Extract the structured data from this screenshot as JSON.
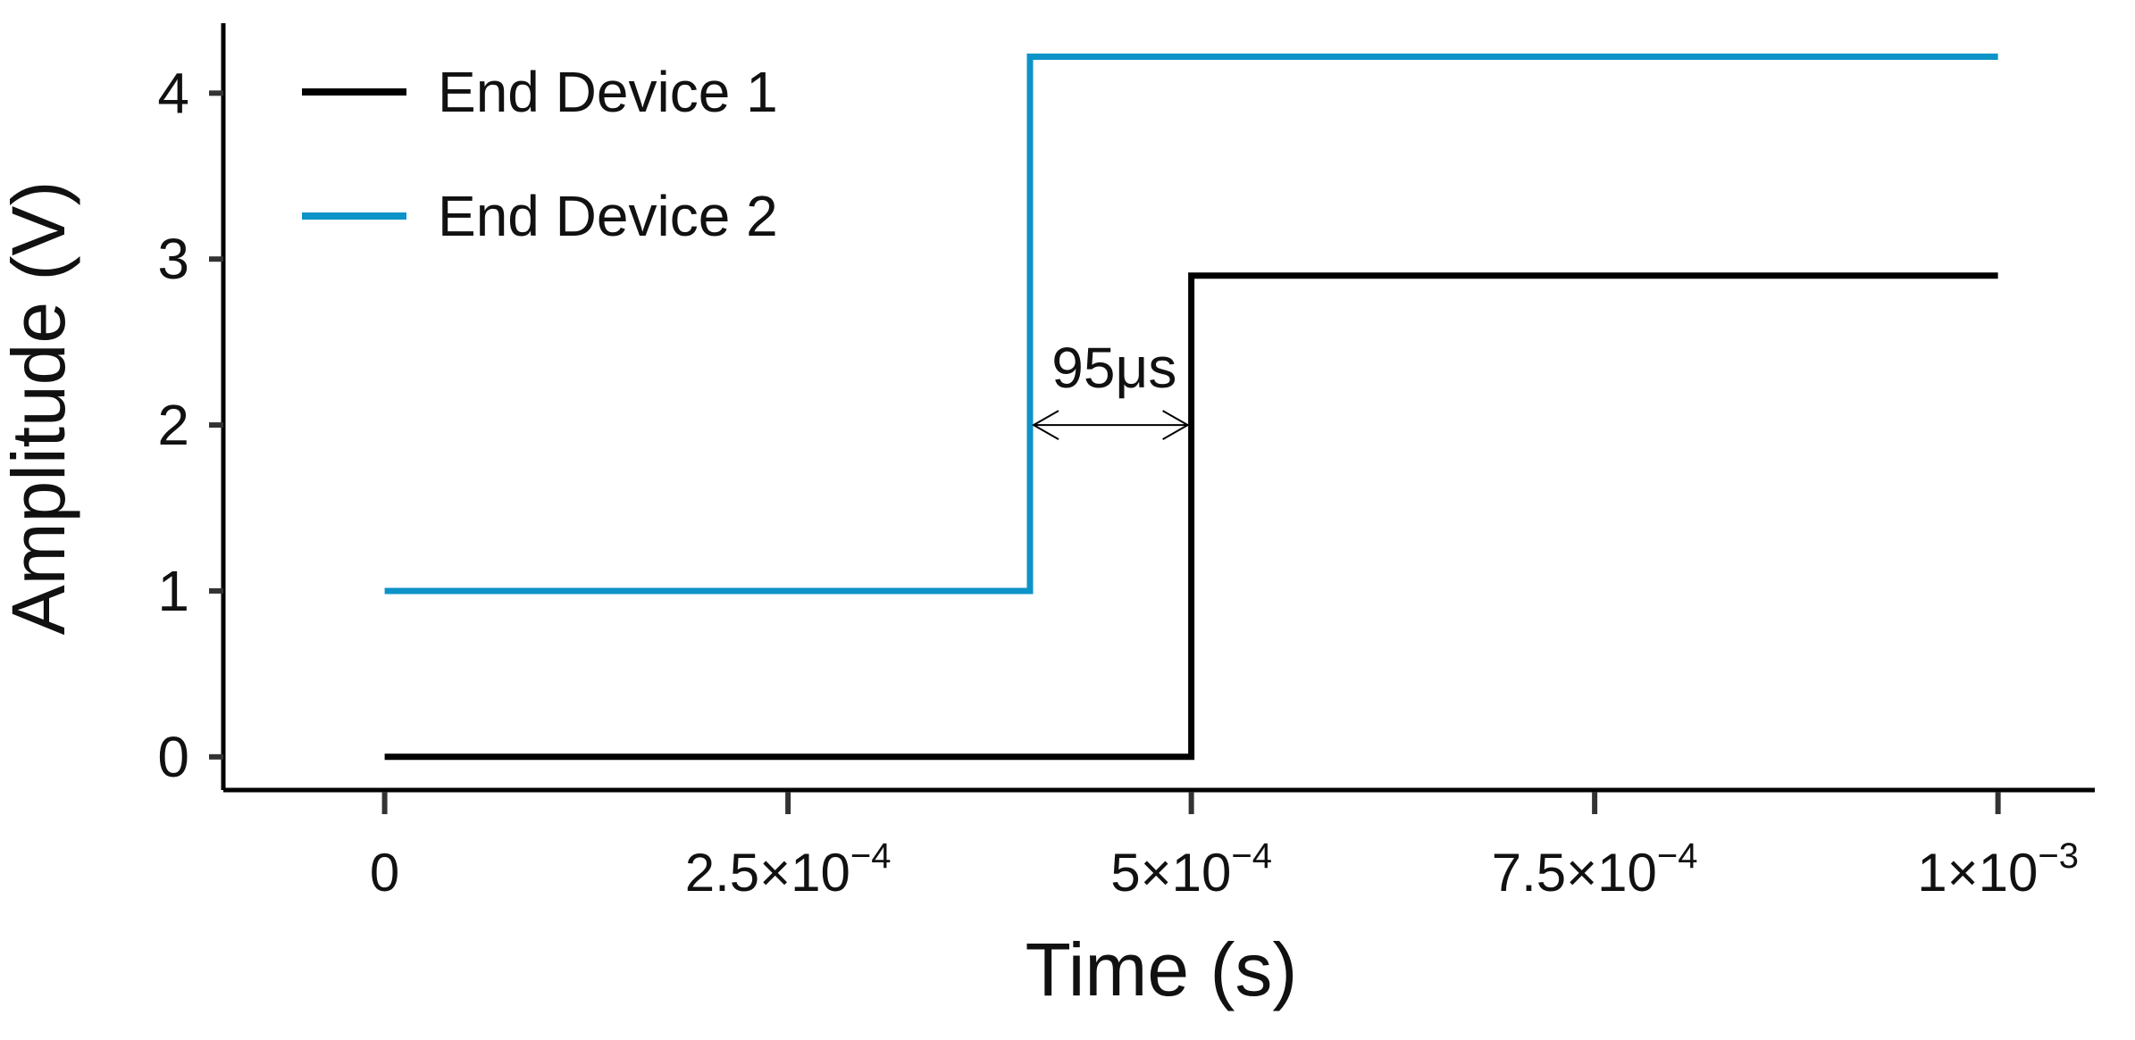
{
  "chart_data": {
    "type": "line",
    "title": "",
    "xlabel": "Time (s)",
    "ylabel": "Amplitude (V)",
    "xlim": [
      -0.0001,
      0.00106
    ],
    "ylim": [
      -0.2,
      4.4
    ],
    "x_ticks": [
      {
        "value": 0,
        "label": "0"
      },
      {
        "value": 0.00025,
        "mantissa": "2.5",
        "exp": "−4"
      },
      {
        "value": 0.0005,
        "mantissa": "5",
        "exp": "−4"
      },
      {
        "value": 0.00075,
        "mantissa": "7.5",
        "exp": "−4"
      },
      {
        "value": 0.001,
        "mantissa": "1",
        "exp": "−3"
      }
    ],
    "y_ticks": [
      {
        "value": 0,
        "label": "0"
      },
      {
        "value": 1,
        "label": "1"
      },
      {
        "value": 2,
        "label": "2"
      },
      {
        "value": 3,
        "label": "3"
      },
      {
        "value": 4,
        "label": "4"
      }
    ],
    "grid": false,
    "legend_position": "top-left",
    "series": [
      {
        "name": "End Device 1",
        "color": "#000000",
        "x": [
          0,
          0.0005,
          0.0005,
          0.001
        ],
        "y": [
          0,
          0,
          2.9,
          2.9
        ]
      },
      {
        "name": "End Device 2",
        "color": "#0d93c8",
        "x": [
          0,
          0.0004,
          0.0004,
          0.001
        ],
        "y": [
          1,
          1,
          4.22,
          4.22
        ]
      }
    ],
    "annotations": [
      {
        "text": "95μs",
        "x_start": 0.0004,
        "x_end": 0.0005,
        "y": 2
      }
    ]
  }
}
